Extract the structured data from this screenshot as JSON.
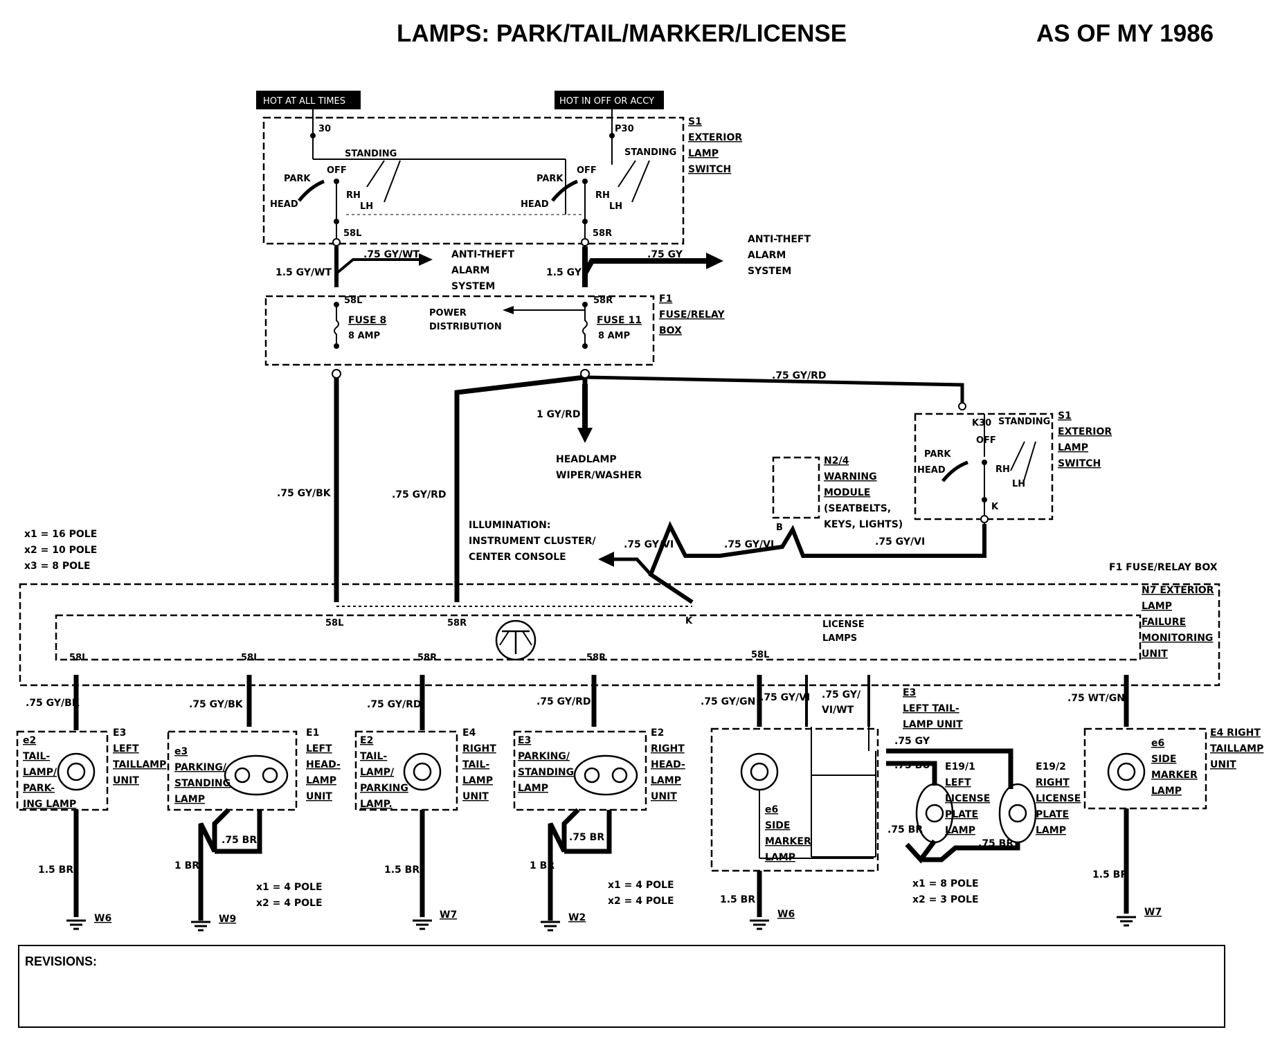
{
  "title": "LAMPS: PARK/TAIL/MARKER/LICENSE",
  "model_year": "AS OF MY 1986",
  "power_tags": {
    "hot_always": "HOT AT ALL TIMES",
    "hot_off_accy": "HOT IN OFF OR ACCY"
  },
  "switch": {
    "id": "S1",
    "l1": "EXTERIOR",
    "l2": "LAMP",
    "l3": "SWITCH",
    "pin_left": "30",
    "pin_right": "P30",
    "standing": "STANDING",
    "park": "PARK",
    "head": "HEAD",
    "off": "OFF",
    "rh": "RH",
    "lh": "LH",
    "out_left": "58L",
    "out_right": "58R",
    "pin_k30": "K30",
    "pin_k": "K"
  },
  "wires": {
    "gy_wt_15": "1.5 GY/WT",
    "gy_wt_075": ".75 GY/WT",
    "gy_15": "1.5 GY",
    "gy_075": ".75 GY",
    "gy_rd_075": ".75 GY/RD",
    "gy_rd_1": "1 GY/RD",
    "gy_bk_075": ".75 GY/BK",
    "gy_vi_075": ".75 GY/VI",
    "gy_gn_075": ".75 GY/GN",
    "gy_vi_wt_a": ".75 GY/",
    "gy_vi_wt_b": "VI/WT",
    "wt_gn_075": ".75 WT/GN",
    "bu_075": ".75 BU",
    "br_075": ".75 BR",
    "br_15": "1.5 BR",
    "br_1": "1 BR"
  },
  "anti_theft": {
    "l1": "ANTI-THEFT",
    "l2": "ALARM",
    "l3": "SYSTEM"
  },
  "fuse_box": {
    "id": "F1",
    "l1": "FUSE/RELAY",
    "l2": "BOX",
    "fuse_left": "FUSE 8",
    "fuse_right": "FUSE 11",
    "amp": "8 AMP",
    "power_dist_1": "POWER",
    "power_dist_2": "DISTRIBUTION",
    "full": "F1 FUSE/RELAY BOX"
  },
  "headlamp": {
    "l1": "HEADLAMP",
    "l2": "WIPER/WASHER"
  },
  "warning_module": {
    "id": "N2/4",
    "l1": "WARNING",
    "l2": "MODULE",
    "l3": "(SEATBELTS,",
    "l4": "KEYS, LIGHTS)",
    "pin": "B"
  },
  "illumination": {
    "l1": "ILLUMINATION:",
    "l2": "INSTRUMENT CLUSTER/",
    "l3": "CENTER CONSOLE"
  },
  "connector_legend": {
    "x1": "x1 = 16 POLE",
    "x2": "x2 = 10 POLE",
    "x3": "x3 = 8 POLE"
  },
  "n7": {
    "id": "N7 EXTERIOR",
    "l1": "LAMP",
    "l2": "FAILURE",
    "l3": "MONITORING",
    "l4": "UNIT",
    "license_1": "LICENSE",
    "license_2": "LAMPS"
  },
  "lamps": {
    "e3_left": {
      "id": "e2",
      "l1": "TAIL-",
      "l2": "LAMP/",
      "l3": "PARK-",
      "l4": "ING LAMP",
      "unit_id": "E3",
      "u1": "LEFT",
      "u2": "TAILLAMP",
      "u3": "UNIT"
    },
    "e1": {
      "id": "e3",
      "l1": "PARKING/",
      "l2": "STANDING",
      "l3": "LAMP",
      "unit_id": "E1",
      "u1": "LEFT",
      "u2": "HEAD-",
      "u3": "LAMP",
      "u4": "UNIT"
    },
    "e4": {
      "id": "E2",
      "l1": "TAIL-",
      "l2": "LAMP/",
      "l3": "PARKING",
      "l4": "LAMP.",
      "unit_id": "E4",
      "u1": "RIGHT",
      "u2": "TAIL-",
      "u3": "LAMP",
      "u4": "UNIT"
    },
    "e2": {
      "id": "E3",
      "l1": "PARKING/",
      "l2": "STANDING",
      "l3": "LAMP",
      "unit_id": "E2",
      "u1": "RIGHT",
      "u2": "HEAD-",
      "u3": "LAMP",
      "u4": "UNIT"
    },
    "side_left": {
      "id": "e6",
      "l1": "SIDE",
      "l2": "MARKER",
      "l3": "LAMP"
    },
    "e3_unit": {
      "id": "E3",
      "u1": "LEFT TAIL-",
      "u2": "LAMP UNIT"
    },
    "e19_1": {
      "id": "E19/1",
      "l1": "LEFT",
      "l2": "LICENSE",
      "l3": "PLATE",
      "l4": "LAMP"
    },
    "e19_2": {
      "id": "E19/2",
      "l1": "RIGHT",
      "l2": "LICENSE",
      "l3": "PLATE",
      "l4": "LAMP"
    },
    "side_right": {
      "id": "e6",
      "l1": "SIDE",
      "l2": "MARKER",
      "l3": "LAMP",
      "unit_id": "E4 RIGHT",
      "u1": "TAILLAMP",
      "u2": "UNIT"
    }
  },
  "pole_notes": {
    "a1": "x1 = 4 POLE",
    "a2": "x2 = 4 POLE",
    "b1": "x1 = 4 POLE",
    "b2": "x2 = 4 POLE",
    "c1": "x1 = 8 POLE",
    "c2": "x2 = 3 POLE"
  },
  "grounds": [
    "W6",
    "W9",
    "W7",
    "W2",
    "W6",
    "W7"
  ],
  "revisions_label": "REVISIONS:"
}
